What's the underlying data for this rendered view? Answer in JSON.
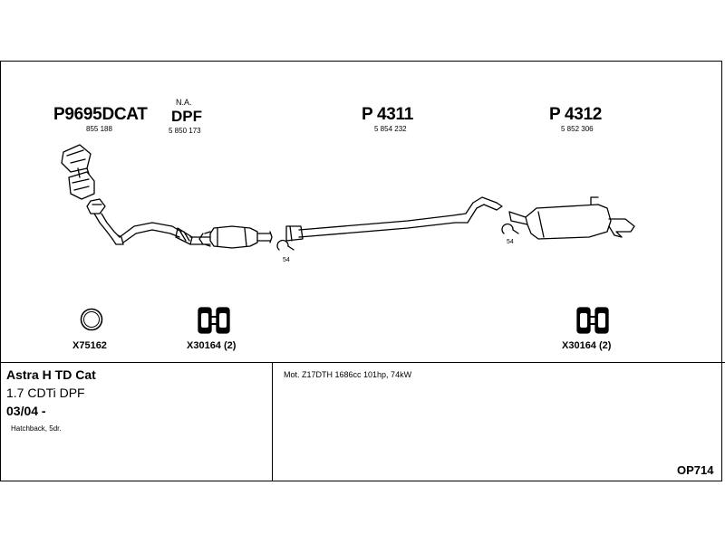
{
  "parts": {
    "front": {
      "number": "P9695DCAT",
      "ref": "855 188"
    },
    "dpf": {
      "note": "N.A.",
      "label": "DPF",
      "ref": "5 850 173"
    },
    "middle": {
      "number": "P 4311",
      "ref": "5 854 232"
    },
    "rear": {
      "number": "P 4312",
      "ref": "5 852 306"
    }
  },
  "clamps": {
    "left_qty": "54",
    "right_qty": "54"
  },
  "accessories": [
    {
      "code": "X75162",
      "icon": "gasket-ring-icon"
    },
    {
      "code": "X30164 (2)",
      "icon": "rubber-hanger-icon"
    },
    {
      "code": "X30164 (2)",
      "icon": "rubber-hanger-icon"
    }
  ],
  "vehicle": {
    "model": "Astra H TD Cat",
    "engine": "1.7 CDTi DPF",
    "year": "03/04 -",
    "body": "Hatchback, 5dr.",
    "motor": "Mot. Z17DTH 1686cc 101hp, 74kW"
  },
  "diagram_code": "OP714"
}
